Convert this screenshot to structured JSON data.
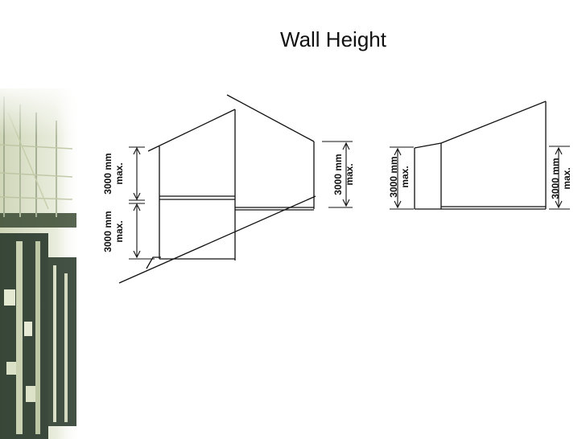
{
  "title": "Wall Height",
  "diagram_left": {
    "upper_dimension": {
      "value": "3000 mm",
      "suffix": "max."
    },
    "lower_dimension": {
      "value": "3000 mm",
      "suffix": "max."
    },
    "right_dimension": {
      "value": "3000 mm",
      "suffix": "max."
    }
  },
  "diagram_right": {
    "left_dimension": {
      "value": "3000 mm",
      "suffix": "max."
    },
    "right_dimension": {
      "value": "3000 mm",
      "suffix": "max."
    }
  },
  "colors": {
    "line": "#111111",
    "photo_dark": "#1a2a1e",
    "photo_light": "#d8ddc4"
  }
}
